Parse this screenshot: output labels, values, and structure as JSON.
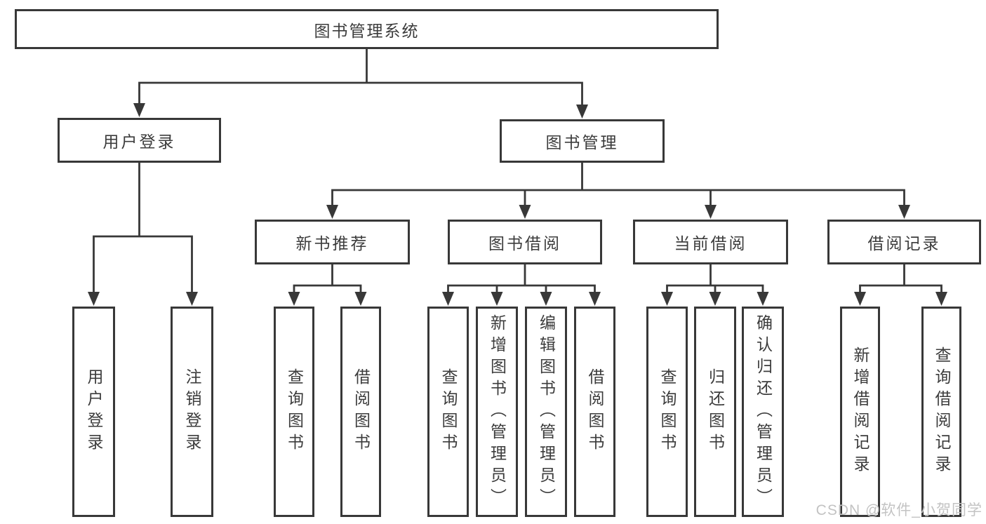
{
  "diagram": {
    "type": "hierarchy-diagram",
    "nodes": {
      "root": "图书管理系统",
      "user_login": "用户登录",
      "book_mgmt": "图书管理",
      "new_book_rec": "新书推荐",
      "book_borrow": "图书借阅",
      "current_borrow": "当前借阅",
      "borrow_records": "借阅记录",
      "leaf_user_login": "用户登录",
      "leaf_logout": "注销登录",
      "leaf_query_book_1": "查询图书",
      "leaf_borrow_book_1": "借阅图书",
      "leaf_query_book_2": "查询图书",
      "leaf_add_book": "新增图书（管理员）",
      "leaf_edit_book": "编辑图书（管理员）",
      "leaf_borrow_book_2": "借阅图书",
      "leaf_query_book_3": "查询图书",
      "leaf_return_book": "归还图书",
      "leaf_confirm_return": "确认归还（管理员）",
      "leaf_add_borrow_record": "新增借阅记录",
      "leaf_query_borrow_record": "查询借阅记录"
    },
    "hierarchy": {
      "root": [
        "user_login",
        "book_mgmt"
      ],
      "user_login": [
        "leaf_user_login",
        "leaf_logout"
      ],
      "book_mgmt": [
        "new_book_rec",
        "book_borrow",
        "current_borrow",
        "borrow_records"
      ],
      "new_book_rec": [
        "leaf_query_book_1",
        "leaf_borrow_book_1"
      ],
      "book_borrow": [
        "leaf_query_book_2",
        "leaf_add_book",
        "leaf_edit_book",
        "leaf_borrow_book_2"
      ],
      "current_borrow": [
        "leaf_query_book_3",
        "leaf_return_book",
        "leaf_confirm_return"
      ],
      "borrow_records": [
        "leaf_add_borrow_record",
        "leaf_query_borrow_record"
      ]
    }
  },
  "watermark": "CSDN @软件_小贺同学",
  "colors": {
    "line": "#383838",
    "text": "#3c3c3c",
    "box_background": "#ffffff",
    "page_background": "#ffffff",
    "watermark_text": "#c3c3c3"
  }
}
